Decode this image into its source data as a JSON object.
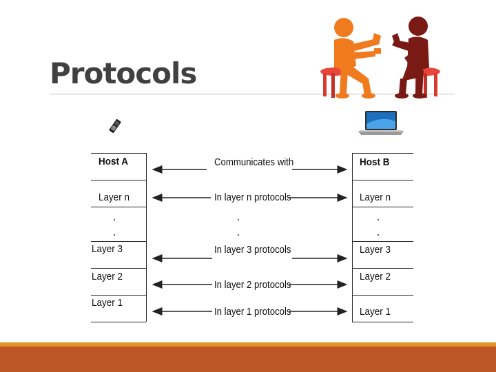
{
  "title": "Protocols",
  "host_a": {
    "header": "Host A",
    "layers": [
      "Layer n",
      "Layer 3",
      "Layer 2",
      "Layer 1"
    ]
  },
  "host_b": {
    "header": "Host B",
    "layers": [
      "Layer n",
      "Layer 3",
      "Layer 2",
      "Layer 1"
    ]
  },
  "middle": {
    "communicates": "Communicates with",
    "layer_n": "In layer n protocols",
    "layer_3": "In layer 3 protocols",
    "layer_2": "In layer 2 protocols",
    "layer_1": "In layer 1 protocols"
  },
  "colors": {
    "band_light": "#e0952b",
    "band_dark": "#bf5627",
    "person_left": "#f07a1e",
    "person_right": "#7a1a14",
    "stool": "#e8463a"
  }
}
